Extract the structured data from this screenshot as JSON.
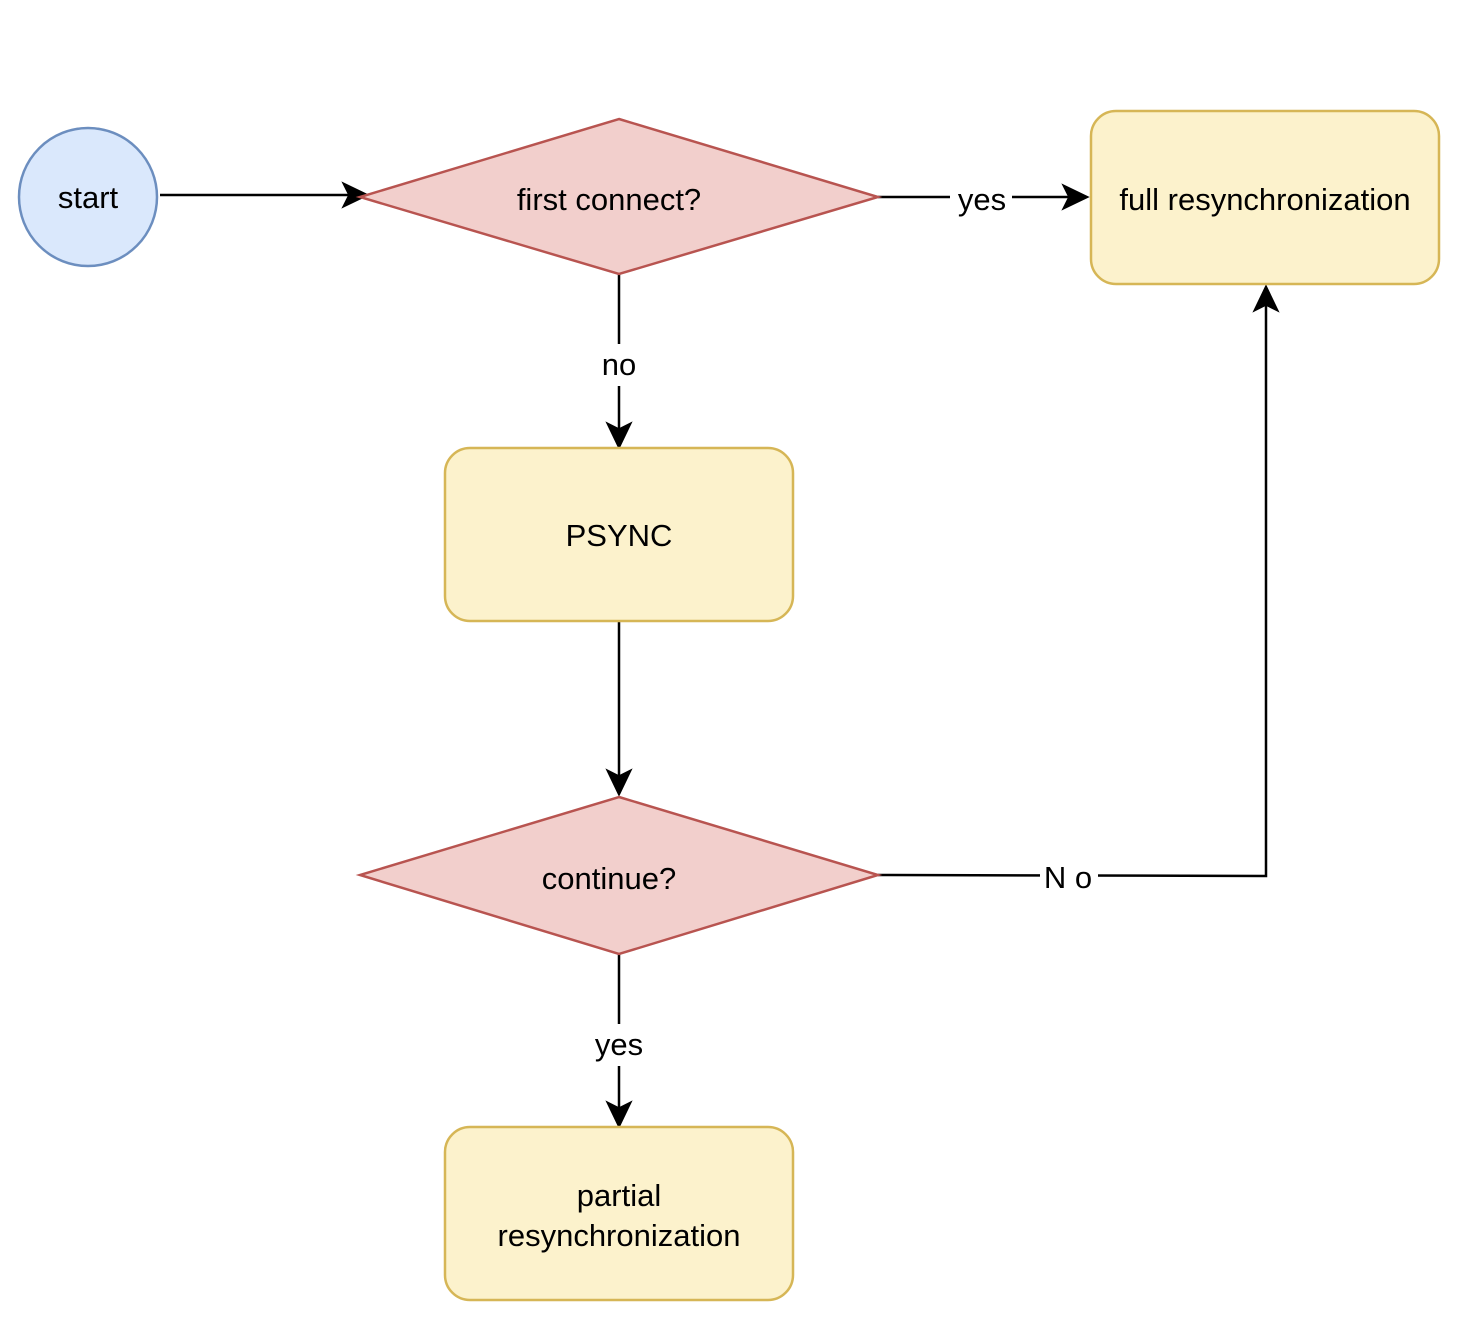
{
  "nodes": {
    "start": {
      "label": "start",
      "fill": "#dae8fc",
      "stroke": "#6c8ebf"
    },
    "first_connect": {
      "label": "first connect?",
      "fill": "#f2cfcc",
      "stroke": "#b85450"
    },
    "full_resync": {
      "label": "full resynchronization",
      "fill": "#fcf2cc",
      "stroke": "#d6b656"
    },
    "psync": {
      "label": "PSYNC",
      "fill": "#fcf2cc",
      "stroke": "#d6b656"
    },
    "continue": {
      "label": "continue?",
      "fill": "#f2cfcc",
      "stroke": "#b85450"
    },
    "partial_resync": {
      "label_line1": "partial",
      "label_line2": "resynchronization",
      "fill": "#fcf2cc",
      "stroke": "#d6b656"
    }
  },
  "edges": {
    "first_connect_yes": "yes",
    "first_connect_no": "no",
    "continue_no": "N o",
    "continue_yes": "yes"
  }
}
